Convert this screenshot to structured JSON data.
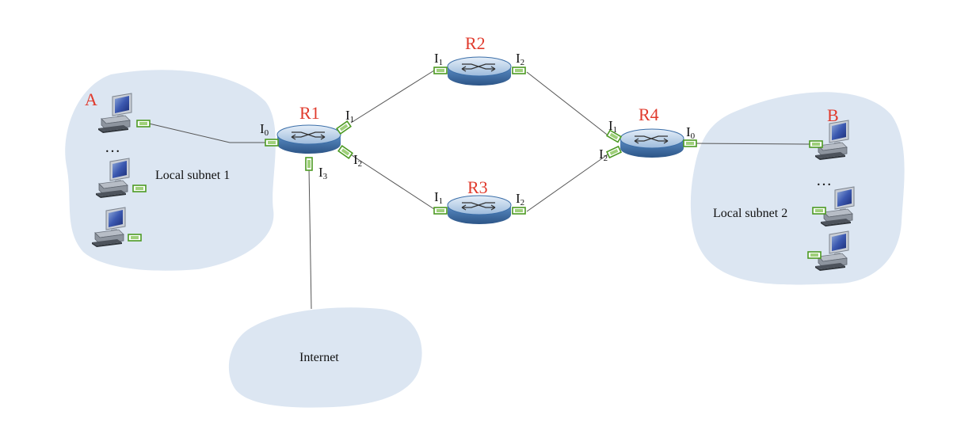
{
  "colors": {
    "cloud": "#dce6f2",
    "router_top": "#a9c6e4",
    "router_side": "#3b6ea8",
    "router_mark": "#ffffff",
    "port": "#5aa02c",
    "label_red": "#e03a2c",
    "link": "#555555"
  },
  "routers": {
    "r1": {
      "name": "R1",
      "i0": "I",
      "i0_sub": "0",
      "i1": "I",
      "i1_sub": "1",
      "i2": "I",
      "i2_sub": "2",
      "i3": "I",
      "i3_sub": "3"
    },
    "r2": {
      "name": "R2",
      "i1": "I",
      "i1_sub": "1",
      "i2": "I",
      "i2_sub": "2"
    },
    "r3": {
      "name": "R3",
      "i1": "I",
      "i1_sub": "1",
      "i2": "I",
      "i2_sub": "2"
    },
    "r4": {
      "name": "R4",
      "i0": "I",
      "i0_sub": "0",
      "i1": "I",
      "i1_sub": "1",
      "i2": "I",
      "i2_sub": "2"
    }
  },
  "hosts": {
    "a": "A",
    "b": "B"
  },
  "networks": {
    "subnet1": "Local subnet 1",
    "subnet2": "Local subnet 2",
    "internet": "Internet"
  },
  "ellipsis": "…",
  "icons": {
    "router": "router-icon",
    "computer": "desktop-computer-icon",
    "cloud": "network-cloud"
  }
}
